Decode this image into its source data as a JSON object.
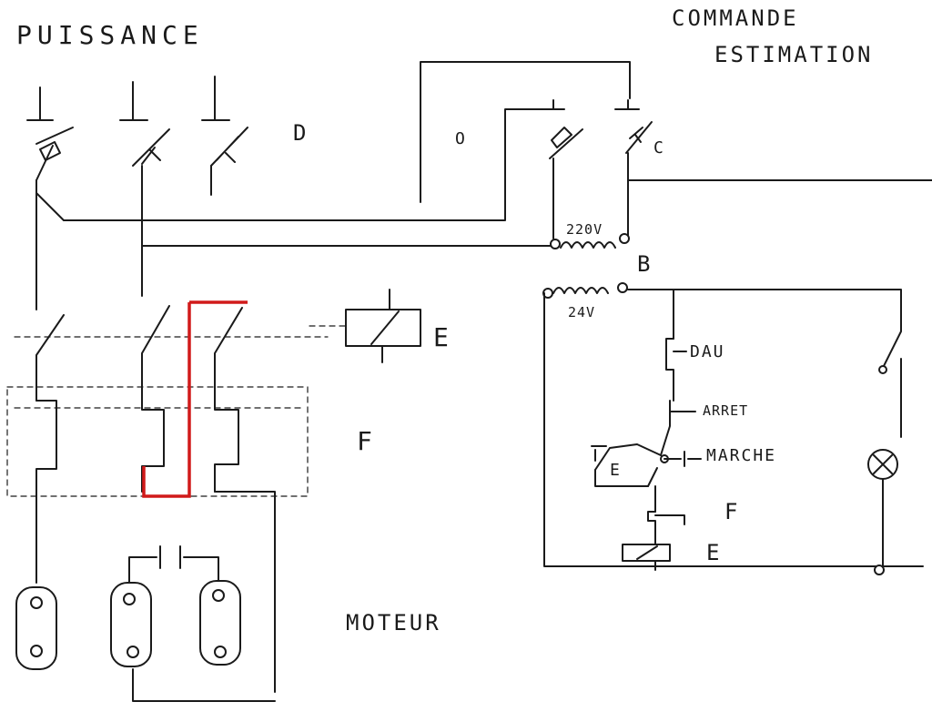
{
  "sections": {
    "power": "PUISSANCE",
    "control_line1": "COMMANDE",
    "control_line2": "ESTIMATION",
    "motor": "MOTEUR"
  },
  "labels": {
    "fuses": "D",
    "switch_O": "O",
    "switch_C": "C",
    "transformer": "B",
    "primary_voltage": "220V",
    "secondary_voltage": "24V",
    "contactor_coil": "E",
    "thermal_relay": "F",
    "emergency_stop": "DAU",
    "stop": "ARRET",
    "start": "MARCHE",
    "holding_contact": "E",
    "thermal_contact": "F",
    "coil": "E"
  },
  "colors": {
    "ink": "#1a1a1a",
    "highlight": "#d11a1a"
  }
}
